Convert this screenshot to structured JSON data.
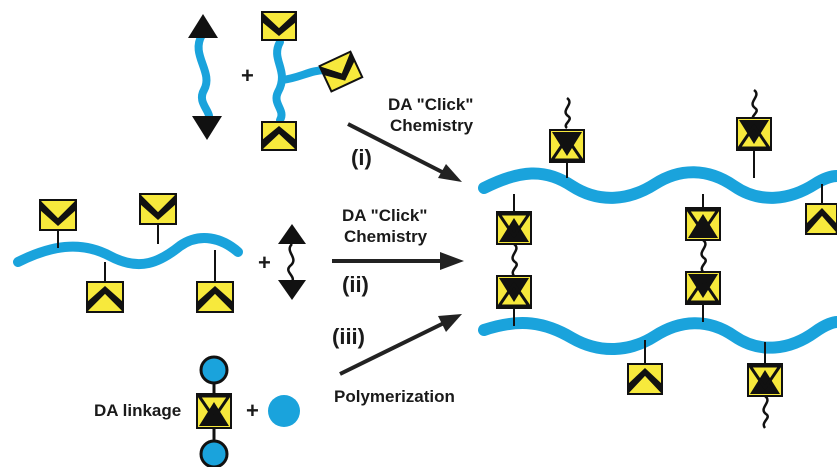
{
  "labels": {
    "route_i_line1": "DA \"Click\"",
    "route_i_line2": "Chemistry",
    "route_i_numeral": "(i)",
    "route_ii_line1": "DA \"Click\"",
    "route_ii_line2": "Chemistry",
    "route_ii_numeral": "(ii)",
    "route_iii_numeral": "(iii)",
    "route_iii_caption": "Polymerization",
    "da_linkage": "DA linkage",
    "plus": "+"
  },
  "colors": {
    "chain_blue": "#1aa3dc",
    "group_yellow": "#f7e93c",
    "outline_black": "#111111"
  }
}
